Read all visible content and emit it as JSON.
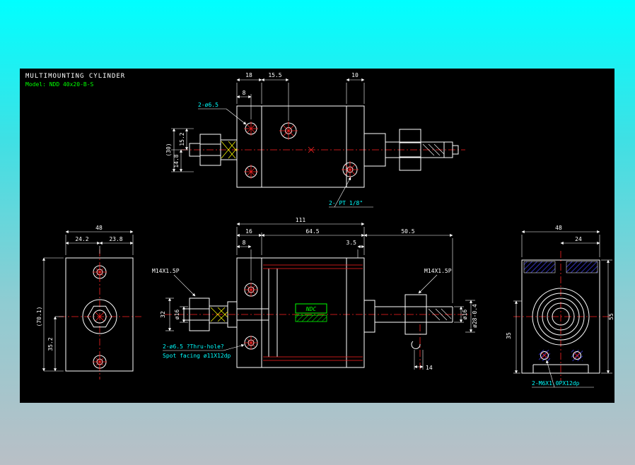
{
  "header": {
    "title": "MULTIMOUNTING CYLINDER",
    "model": "Model: NDD 40x20-B-S"
  },
  "colors": {
    "background_top": "#00ffff",
    "background_bottom": "#b9bfc6",
    "drawing_canvas": "#000000",
    "geometry": "#ffffff",
    "centerline_red": "#ff2222",
    "callout_cyan": "#00ffff",
    "brand_green": "#00ff00",
    "thread_yellow": "#ffff00",
    "hatch_blue": "#4545ff"
  },
  "top_view": {
    "d18": "18",
    "d15_5": "15.5",
    "d10": "10",
    "d8": "8",
    "d30": "(30)",
    "d15_2": "15.2",
    "d14_8": "14.8",
    "holes": "2-ø6.5",
    "port": "2- PT 1/8\""
  },
  "section_view": {
    "d111": "111",
    "d16": "16",
    "d64_5": "64.5",
    "d50_5": "50.5",
    "d8": "8",
    "d3_5": "3.5",
    "d32": "32",
    "dia16_l": "ø16",
    "dia16_r": "ø16",
    "dia28": "ø28-0.4",
    "d14": "14",
    "thread_l": "M14X1.5P",
    "thread_r": "M14X1.5P",
    "thru": "2-ø6.5 ?Thru-hole?",
    "spotface": "Spot facing  ø11X12dp",
    "logo": "NDC"
  },
  "left_view": {
    "d48": "48",
    "d24_2": "24.2",
    "d23_8": "23.8",
    "d70_1": "(70.1)",
    "d35_2": "35.2"
  },
  "right_view": {
    "d48": "48",
    "d24": "24",
    "d55": "55",
    "d35": "35",
    "tap": "2-M6X1.0PX12dp"
  }
}
